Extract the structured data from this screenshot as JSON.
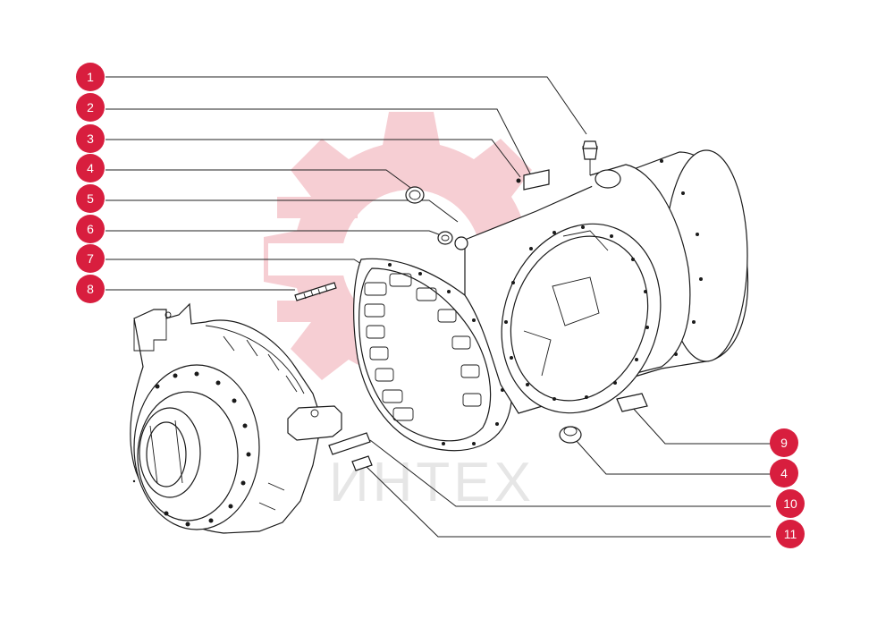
{
  "colors": {
    "callout": "#d81e3e",
    "watermark_logo": "#f6c9cf",
    "watermark_text": "#e6e6e6"
  },
  "watermark": {
    "text": "ИНТЕХ",
    "logo_icon": "gear-logo-icon"
  },
  "callouts": [
    {
      "label": "1"
    },
    {
      "label": "2"
    },
    {
      "label": "3"
    },
    {
      "label": "4"
    },
    {
      "label": "5"
    },
    {
      "label": "6"
    },
    {
      "label": "7"
    },
    {
      "label": "8"
    },
    {
      "label": "9"
    },
    {
      "label": "4"
    },
    {
      "label": "10"
    },
    {
      "label": "11"
    }
  ]
}
